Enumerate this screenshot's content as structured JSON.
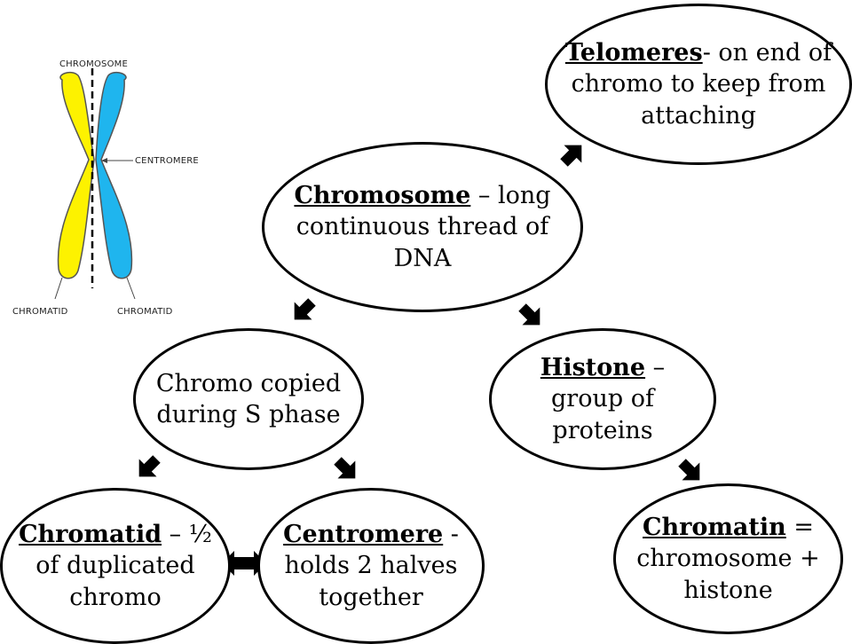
{
  "illustration": {
    "top_label": "CHROMOSOME",
    "centromere_label": "CENTROMERE",
    "chromatid_left_label": "CHROMATID",
    "chromatid_right_label": "CHROMATID",
    "colors": {
      "left_chromatid": "#fdf200",
      "right_chromatid": "#1fb5ee",
      "outline": "#555555"
    }
  },
  "nodes": {
    "chromosome": {
      "term": "Chromosome",
      "definition": " – long continuous thread of DNA"
    },
    "telomeres": {
      "term": "Telomeres",
      "definition": "- on end of chromo to keep from attaching"
    },
    "copied": {
      "text": "Chromo copied during S phase"
    },
    "histone": {
      "term": "Histone",
      "definition": " – group of proteins"
    },
    "chromatid": {
      "term": "Chromatid",
      "definition": " – ½ of duplicated chromo"
    },
    "centromere": {
      "term": "Centromere",
      "definition": " - holds 2 halves together"
    },
    "chromatin": {
      "term": "Chromatin",
      "definition": " = chromosome + histone"
    }
  }
}
